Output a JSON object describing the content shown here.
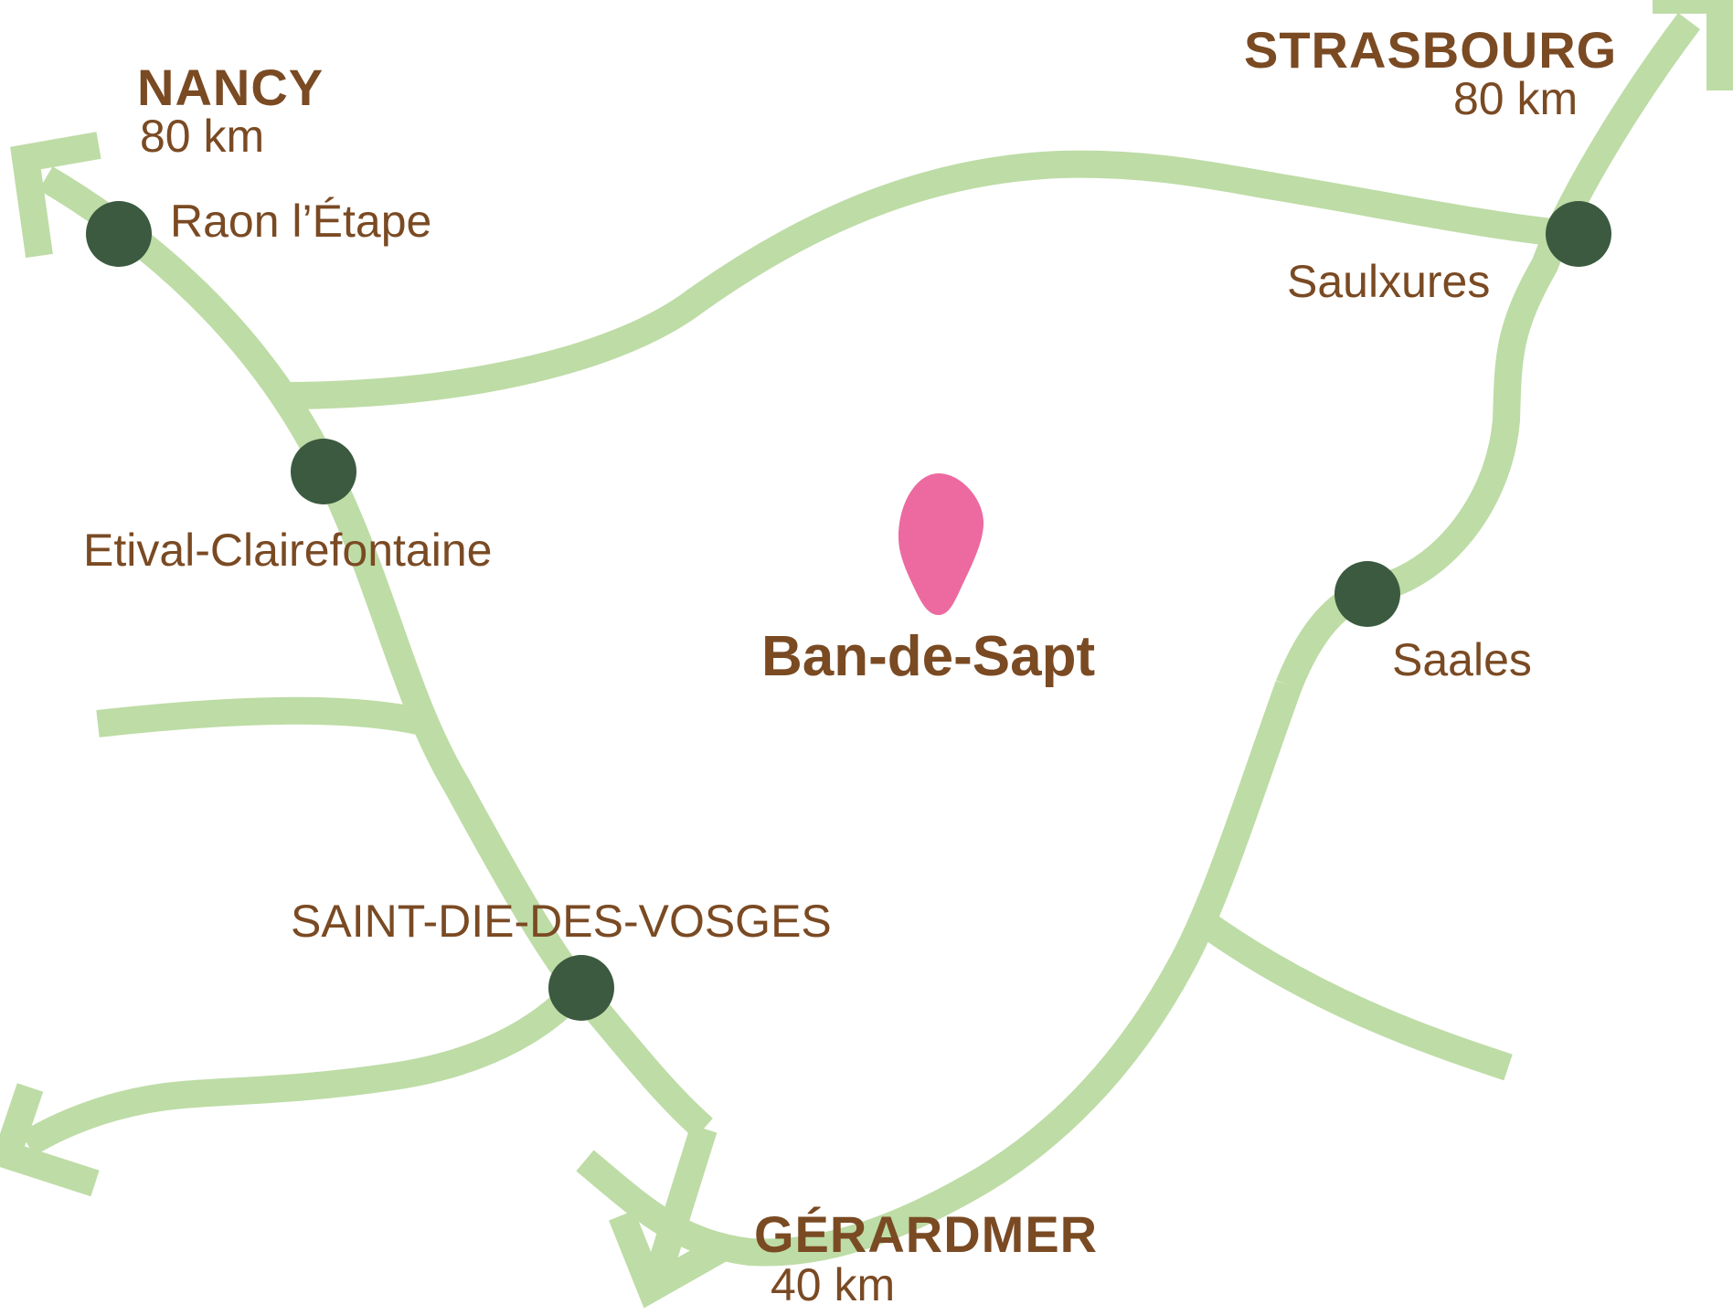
{
  "colors": {
    "road": "#bedca6",
    "town_dot": "#3b5a3f",
    "label_text": "#7a4a23",
    "pin": "#ec6a9f",
    "background": "#ffffff"
  },
  "icons": {
    "pin": "location-pin-icon",
    "town": "town-dot-icon",
    "arrow": "direction-arrow-icon"
  },
  "destinations": {
    "nancy": {
      "name": "NANCY",
      "distance": "80 km"
    },
    "strasbourg": {
      "name": "STRASBOURG",
      "distance": "80 km"
    },
    "gerardmer": {
      "name": "GÉRARDMER",
      "distance": "40 km"
    }
  },
  "towns": {
    "raon": "Raon l’Étape",
    "saulxures": "Saulxures",
    "etival": "Etival-Clairefontaine",
    "saales": "Saales",
    "saint_die": "SAINT-DIE-DES-VOSGES"
  },
  "center": {
    "name": "Ban-de-Sapt"
  }
}
